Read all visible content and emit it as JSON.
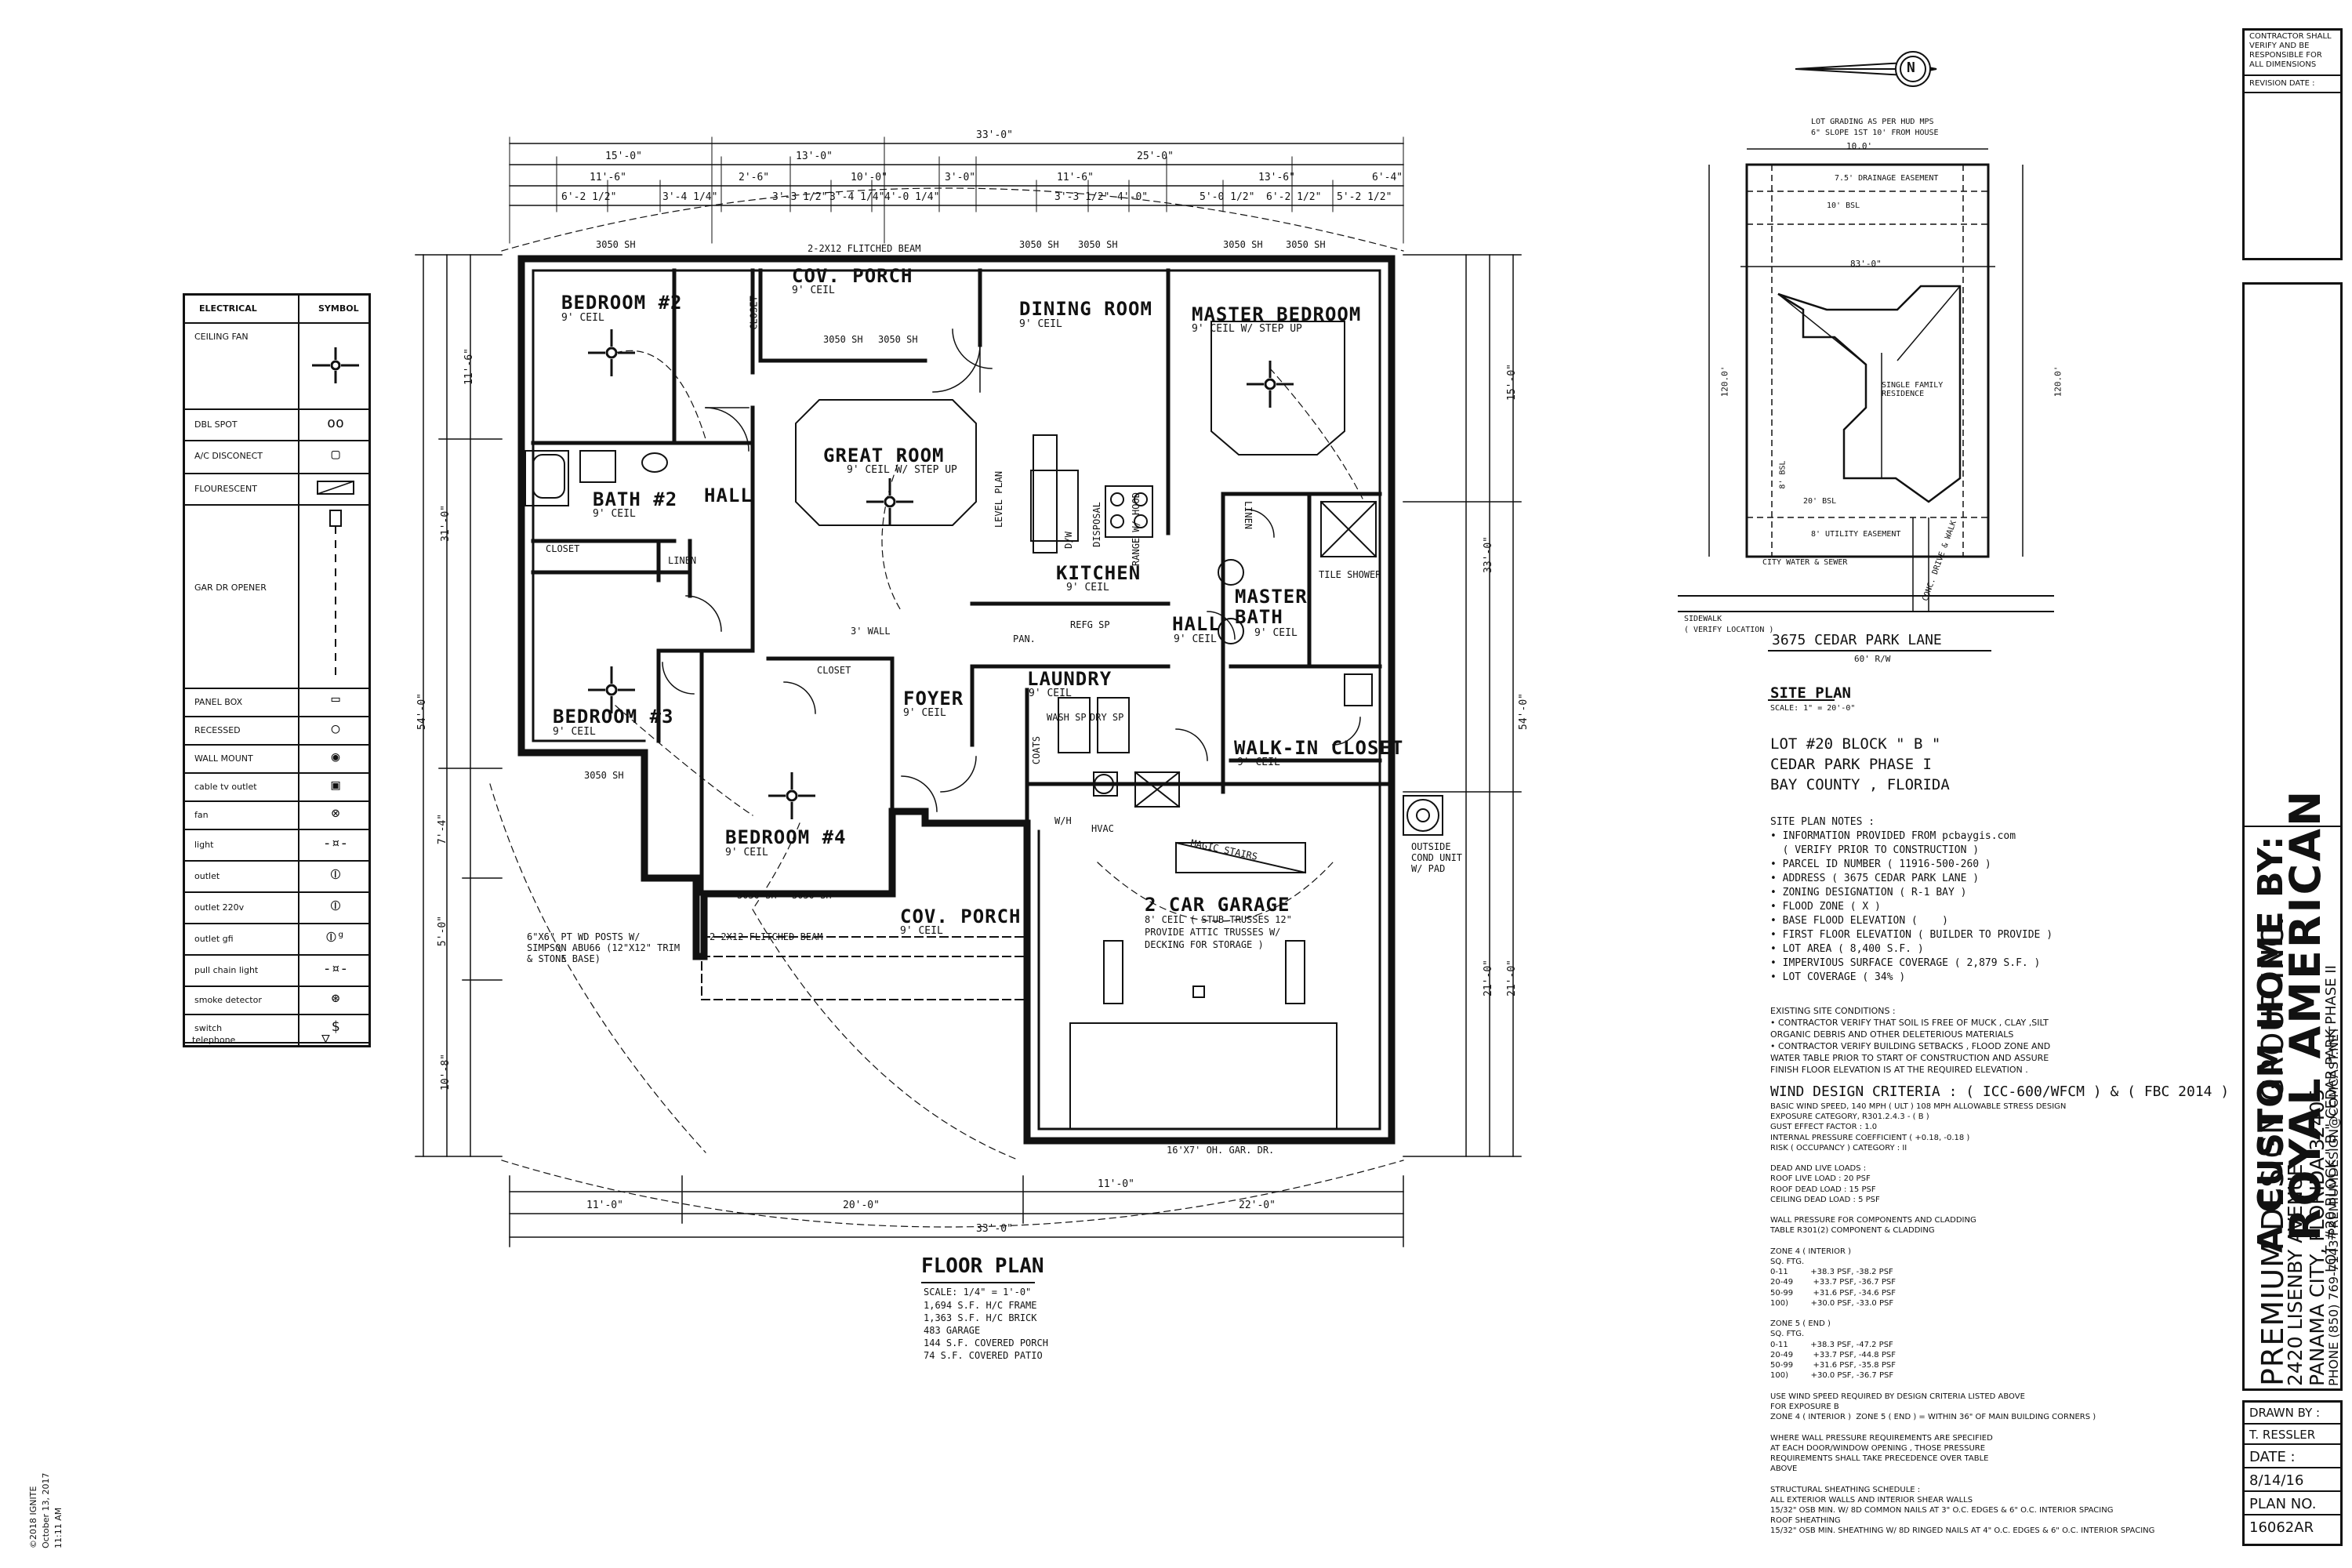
{
  "floor_plan": {
    "rooms": {
      "bedroom2": {
        "name": "BEDROOM #2",
        "ceil": "9' CEIL"
      },
      "cov_porch_top": {
        "name": "COV. PORCH",
        "ceil": "9' CEIL"
      },
      "dining": {
        "name": "DINING ROOM",
        "ceil": "9' CEIL"
      },
      "master": {
        "name": "MASTER BEDROOM",
        "ceil": "9' CEIL W/ STEP UP"
      },
      "great": {
        "name": "GREAT ROOM",
        "ceil": "9' CEIL W/ STEP UP"
      },
      "bath2": {
        "name": "BATH #2",
        "ceil": "9' CEIL"
      },
      "hall1": {
        "name": "HALL"
      },
      "kitchen": {
        "name": "KITCHEN",
        "ceil": "9' CEIL"
      },
      "master_bath": {
        "name": "MASTER BATH",
        "ceil": "9' CEIL"
      },
      "hall2": {
        "name": "HALL",
        "ceil": "9' CEIL"
      },
      "bedroom3": {
        "name": "BEDROOM #3",
        "ceil": "9' CEIL"
      },
      "laundry": {
        "name": "LAUNDRY",
        "ceil": "9' CEIL"
      },
      "foyer": {
        "name": "FOYER",
        "ceil": "9' CEIL"
      },
      "walkin": {
        "name": "WALK-IN CLOSET",
        "ceil": "9' CEIL"
      },
      "bedroom4": {
        "name": "BEDROOM #4",
        "ceil": "9' CEIL"
      },
      "garage": {
        "name": "2 CAR GARAGE",
        "note1": "8' CEIL ( STUB TRUSSES 12\"",
        "note2": "PROVIDE ATTIC TRUSSES W/",
        "note3": "DECKING FOR STORAGE )"
      },
      "cov_porch_bot": {
        "name": "COV. PORCH",
        "ceil": "9' CEIL"
      }
    },
    "labels": {
      "closet": "CLOSET",
      "linen": "LINEN",
      "pan": "PAN.",
      "coats": "COATS",
      "magic_stairs": "MAGIC STAIRS",
      "hvac": "HVAC",
      "outside_cond": "OUTSIDE COND UNIT W/ PAD",
      "garage_door": "16'X7' OH. GAR. DR.",
      "flitched_top": "2-2X12 FLITCHED BEAM",
      "flitched_bot": "2-2X12 FLITCHED BEAM",
      "posts": "6\"X6\" PT WD POSTS W/ SIMPSON ABU66 (12\"X12\" TRIM & STONE BASE)",
      "half_wall": "3' WALL",
      "tile_shower": "TILE SHOWER",
      "dishwasher": "D/W",
      "disposal": "DISPOSAL",
      "range": "RANGE W/ HOOD",
      "refrig": "REFG SP",
      "wash": "WASH SP",
      "dry": "DRY SP",
      "water_heater": "W/H",
      "level_plan": "LEVEL PLAN"
    },
    "dims_top": [
      "33'-0\"",
      "15'-0\"",
      "13'-0\"",
      "25'-0\"",
      "11'-6\"",
      "2'-6\"",
      "10'-0\"",
      "3'-0\"",
      "11'-6\"",
      "13'-6\"",
      "6'-4\"",
      "6'-2 1/2\"",
      "3'-4 1/4\"",
      "3'-3 1/2\"",
      "3'-4 1/4\"",
      "4'-0 1/4\"",
      "3'-3 1/2\"",
      "4'-0\"",
      "5'-0 1/2\"",
      "6'-2 1/2\"",
      "5'-2 1/2\""
    ],
    "dims_bottom": [
      "11'-0\"",
      "20'-0\"",
      "33'-0\"",
      "11'-0\"",
      "22'-0\""
    ],
    "dims_left": [
      "11'-6\"",
      "31'-0\"",
      "54'-0\"",
      "7'-4\"",
      "5'-0\"",
      "10'-8\""
    ],
    "dims_right": [
      "15'-0\"",
      "33'-0\"",
      "54'-0\"",
      "21'-0\"",
      "21'-0\""
    ],
    "window_tags": [
      "3050 SH",
      "3050 SH",
      "3050 SH",
      "3050 SH",
      "3050 SH",
      "3050 SH",
      "3050 SH",
      "3050 SH",
      "3050 SH",
      "3050 SH"
    ],
    "title": "FLOOR PLAN",
    "scale": "SCALE: 1/4\" = 1'-0\"",
    "areas": [
      "1,694 S.F. H/C FRAME",
      "1,363 S.F. H/C BRICK",
      "483 GARAGE",
      "144 S.F. COVERED PORCH",
      "74 S.F. COVERED PATIO"
    ]
  },
  "legend": {
    "col1": "ELECTRICAL",
    "col2": "SYMBOL",
    "items": [
      {
        "name": "CEILING FAN",
        "symbol": "fan-icon"
      },
      {
        "name": "DBL SPOT",
        "symbol": "dbl-spot-icon"
      },
      {
        "name": "A/C DISCONECT",
        "symbol": "ac-disconnect-icon"
      },
      {
        "name": "FLOURESCENT",
        "symbol": "fluorescent-icon"
      },
      {
        "name": "GAR DR OPENER",
        "symbol": "garage-opener-icon"
      },
      {
        "name": "PANEL BOX",
        "symbol": "panel-icon"
      },
      {
        "name": "RECESSED",
        "symbol": "recessed-icon"
      },
      {
        "name": "WALL MOUNT",
        "symbol": "wall-mount-icon"
      },
      {
        "name": "cable tv outlet",
        "symbol": "cable-icon"
      },
      {
        "name": "fan",
        "symbol": "fan-small-icon"
      },
      {
        "name": "light",
        "symbol": "light-icon"
      },
      {
        "name": "outlet",
        "symbol": "outlet-icon"
      },
      {
        "name": "outlet 220v",
        "symbol": "outlet-220-icon"
      },
      {
        "name": "outlet gfi",
        "symbol": "outlet-gfi-icon"
      },
      {
        "name": "pull chain light",
        "symbol": "pull-chain-icon"
      },
      {
        "name": "smoke detector",
        "symbol": "smoke-icon"
      },
      {
        "name": "switch",
        "symbol": "switch-icon"
      },
      {
        "name": "telephone",
        "symbol": "telephone-icon"
      }
    ]
  },
  "site_plan": {
    "grading": "LOT GRADING AS PER HUD MPS",
    "slope": "6\" SLOPE 1ST 10' FROM HOUSE",
    "drainage": "7.5' DRAINAGE EASEMENT",
    "bsl_top": "10' BSL",
    "bsl_bottom": "20' BSL",
    "bsl_side": "8' BSL",
    "residence": "SINGLE FAMILY RESIDENCE",
    "utility": "8' UTILITY EASEMENT",
    "city_water": "CITY WATER & SEWER",
    "sidewalk": "SIDEWALK",
    "verify": "( VERIFY LOCATION )",
    "walk": "CONC. DRIVE & WALK",
    "street": "3675 CEDAR PARK LANE",
    "row": "60' R/W",
    "dim_width": "83'-0\"",
    "dim_depth": "120.0'",
    "dim_front": "10.0'",
    "title": "SITE PLAN",
    "scale": "SCALE: 1\" = 20'-0\"",
    "lot_line1": "LOT #20 BLOCK \" B \"",
    "lot_line2": "CEDAR PARK PHASE I",
    "lot_line3": "BAY COUNTY , FLORIDA",
    "notes_title": "SITE PLAN NOTES :",
    "notes": [
      "• INFORMATION PROVIDED FROM pcbaygis.com",
      "  ( VERIFY PRIOR TO CONSTRUCTION )",
      "• PARCEL ID NUMBER ( 11916-500-260 )",
      "• ADDRESS ( 3675 CEDAR PARK LANE )",
      "• ZONING DESIGNATION ( R-1 BAY )",
      "• FLOOD ZONE ( X )",
      "• BASE FLOOD ELEVATION (    )",
      "• FIRST FLOOR ELEVATION ( BUILDER TO PROVIDE )",
      "• LOT AREA ( 8,400 S.F. )",
      "• IMPERVIOUS SURFACE COVERAGE ( 2,879 S.F. )",
      "• LOT COVERAGE ( 34% )"
    ],
    "existing_title": "EXISTING SITE CONDITIONS :",
    "existing": [
      "• CONTRACTOR VERIFY THAT SOIL IS FREE OF MUCK , CLAY ,SILT",
      "ORGANIC DEBRIS AND OTHER DELETERIOUS MATERIALS",
      "• CONTRACTOR VERIFY BUILDING SETBACKS , FLOOD ZONE AND",
      "WATER TABLE PRIOR TO START OF CONSTRUCTION AND ASSURE",
      "FINISH FLOOR ELEVATION IS AT THE REQUIRED ELEVATION ."
    ],
    "wind_title": "WIND DESIGN CRITERIA : ( ICC-600/WFCM ) & ( FBC 2014 )",
    "wind": [
      "BASIC WIND SPEED, 140 MPH ( ULT ) 108 MPH ALLOWABLE STRESS DESIGN",
      "EXPOSURE CATEGORY, R301.2.4.3 - ( B )",
      "GUST EFFECT FACTOR : 1.0",
      "INTERNAL PRESSURE COEFFICIENT ( +0.18, -0.18 )",
      "RISK ( OCCUPANCY ) CATEGORY : II",
      "",
      "DEAD AND LIVE LOADS :",
      "ROOF LIVE LOAD : 20 PSF",
      "ROOF DEAD LOAD : 15 PSF",
      "CEILING DEAD LOAD : 5 PSF",
      "",
      "WALL PRESSURE FOR COMPONENTS AND CLADDING",
      "TABLE R301(2) COMPONENT & CLADDING",
      "",
      "ZONE 4 ( INTERIOR )",
      "SQ. FTG.",
      "0-11         +38.3 PSF, -38.2 PSF",
      "20-49        +33.7 PSF, -36.7 PSF",
      "50-99        +31.6 PSF, -34.6 PSF",
      "100)         +30.0 PSF, -33.0 PSF",
      "",
      "ZONE 5 ( END )",
      "SQ. FTG.",
      "0-11         +38.3 PSF, -47.2 PSF",
      "20-49        +33.7 PSF, -44.8 PSF",
      "50-99        +31.6 PSF, -35.8 PSF",
      "100)         +30.0 PSF, -36.7 PSF",
      "",
      "USE WIND SPEED REQUIRED BY DESIGN CRITERIA LISTED ABOVE",
      "FOR EXPOSURE B",
      "ZONE 4 ( INTERIOR )  ZONE 5 ( END ) = WITHIN 36\" OF MAIN BUILDING CORNERS )",
      "",
      "WHERE WALL PRESSURE REQUIREMENTS ARE SPECIFIED",
      "AT EACH DOOR/WINDOW OPENING , THOSE PRESSURE",
      "REQUIREMENTS SHALL TAKE PRECEDENCE OVER TABLE",
      "ABOVE",
      "",
      "STRUCTURAL SHEATHING SCHEDULE :",
      "ALL EXTERIOR WALLS AND INTERIOR SHEAR WALLS",
      "15/32\" OSB MIN. W/ 8D COMMON NAILS AT 3\" O.C. EDGES & 6\" O.C. INTERIOR SPACING",
      "ROOF SHEATHING",
      "15/32\" OSB MIN. SHEATHING W/ 8D RINGED NAILS AT 4\" O.C. EDGES & 6\" O.C. INTERIOR SPACING"
    ]
  },
  "title_block": {
    "contractor": [
      "CONTRACTOR SHALL",
      "VERIFY AND BE",
      "RESPONSIBLE FOR",
      "ALL DIMENSIONS"
    ],
    "revision": "REVISION DATE :",
    "custom_home": "A CUSTOM HOME BY:",
    "brand": "ROYAL AMERICAN",
    "lot_phase": "LOT #20 BLOCK \" B \" CEDAR PARK PHASE II",
    "company": "PREMIUM DESIGN GROUP INC.",
    "address1": "2420 LISENBY AVENUE",
    "address2": "PANAMA CITY, FLORIDA 32405",
    "phone": "PHONE (850) 769-7143   PREMIUMDESIGN@COMCAST.NET",
    "drawn_by_label": "DRAWN BY :",
    "drawn_by": "T. RESSLER",
    "date_label": "DATE :",
    "date": "8/14/16",
    "plan_label": "PLAN NO.",
    "plan_no": "16062AR"
  },
  "side_stamp": [
    "©2018 IGNITE",
    "October 13, 2017",
    "11:11 AM"
  ],
  "north_label": "N"
}
